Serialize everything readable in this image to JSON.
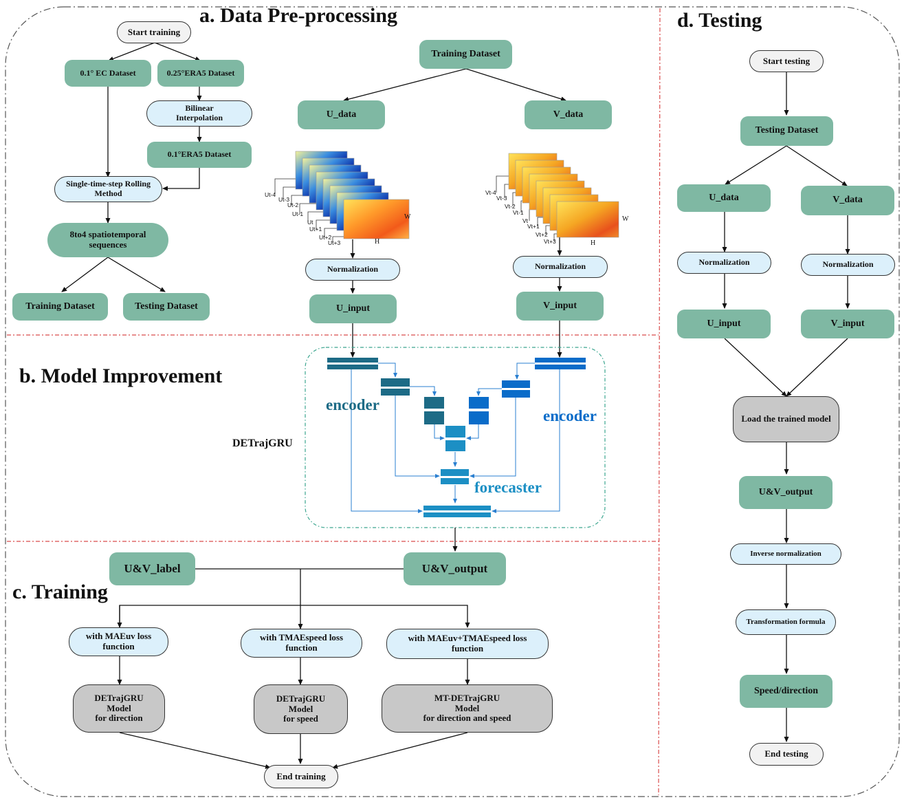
{
  "sections": {
    "preprocess": "a.  Data Pre-processing",
    "model": "b.  Model Improvement",
    "training": "c.  Training",
    "testing": "d.  Testing"
  },
  "prep_left": {
    "start": "Start training",
    "ec": "0.1° EC Dataset",
    "era5": "0.25°ERA5 Dataset",
    "bilinear": "Bilinear\nInterpolation",
    "era5_01": "0.1°ERA5 Dataset",
    "rolling": "Single-time-step Rolling\nMethod",
    "sequences": "8to4 spatiotemporal\nsequences",
    "train_ds": "Training Dataset",
    "test_ds": "Testing Dataset"
  },
  "prep_right": {
    "train_ds": "Training Dataset",
    "u_data": "U_data",
    "v_data": "V_data",
    "u_norm": "Normalization",
    "v_norm": "Normalization",
    "u_input": "U_input",
    "v_input": "V_input",
    "u_frames": [
      "Ut-4",
      "Ut-3",
      "Ut-2",
      "Ut-1",
      "Ut",
      "Ut+1",
      "Ut+2",
      "Ut+3"
    ],
    "v_frames": [
      "Vt-4",
      "Vt-3",
      "Vt-2",
      "Vt-1",
      "Vt",
      "Vt+1",
      "Vt+2",
      "Vt+3"
    ],
    "dim_w": "W",
    "dim_h": "H"
  },
  "model": {
    "name": "DETrajGRU",
    "encoder_left": "encoder",
    "encoder_right": "encoder",
    "forecaster": "forecaster"
  },
  "training": {
    "label": "U&V_label",
    "output": "U&V_output",
    "loss1": "with MAEuv loss\nfunction",
    "loss2": "with TMAEspeed loss\nfunction",
    "loss3": "with MAEuv+TMAEspeed loss\nfunction",
    "model1": "DETrajGRU\nModel\nfor direction",
    "model2": "DETrajGRU\nModel\nfor speed",
    "model3": "MT-DETrajGRU\nModel\nfor direction and speed",
    "end": "End training"
  },
  "testing": {
    "start": "Start testing",
    "dataset": "Testing Dataset",
    "u_data": "U_data",
    "v_data": "V_data",
    "u_norm": "Normalization",
    "v_norm": "Normalization",
    "u_input": "U_input",
    "v_input": "V_input",
    "load": "Load the trained model",
    "output": "U&V_output",
    "inverse": "Inverse normalization",
    "transform": "Transformation formula",
    "speed_dir": "Speed/direction",
    "end": "End testing"
  },
  "colors": {
    "node_green": "#7fb8a3",
    "node_blue": "#dcf0fb",
    "node_gray": "#c8c8c8",
    "encoder_left": "#1d6b86",
    "encoder_right": "#0a6cc9",
    "forecaster": "#1c8fc4",
    "divider": "#d94a4a"
  }
}
